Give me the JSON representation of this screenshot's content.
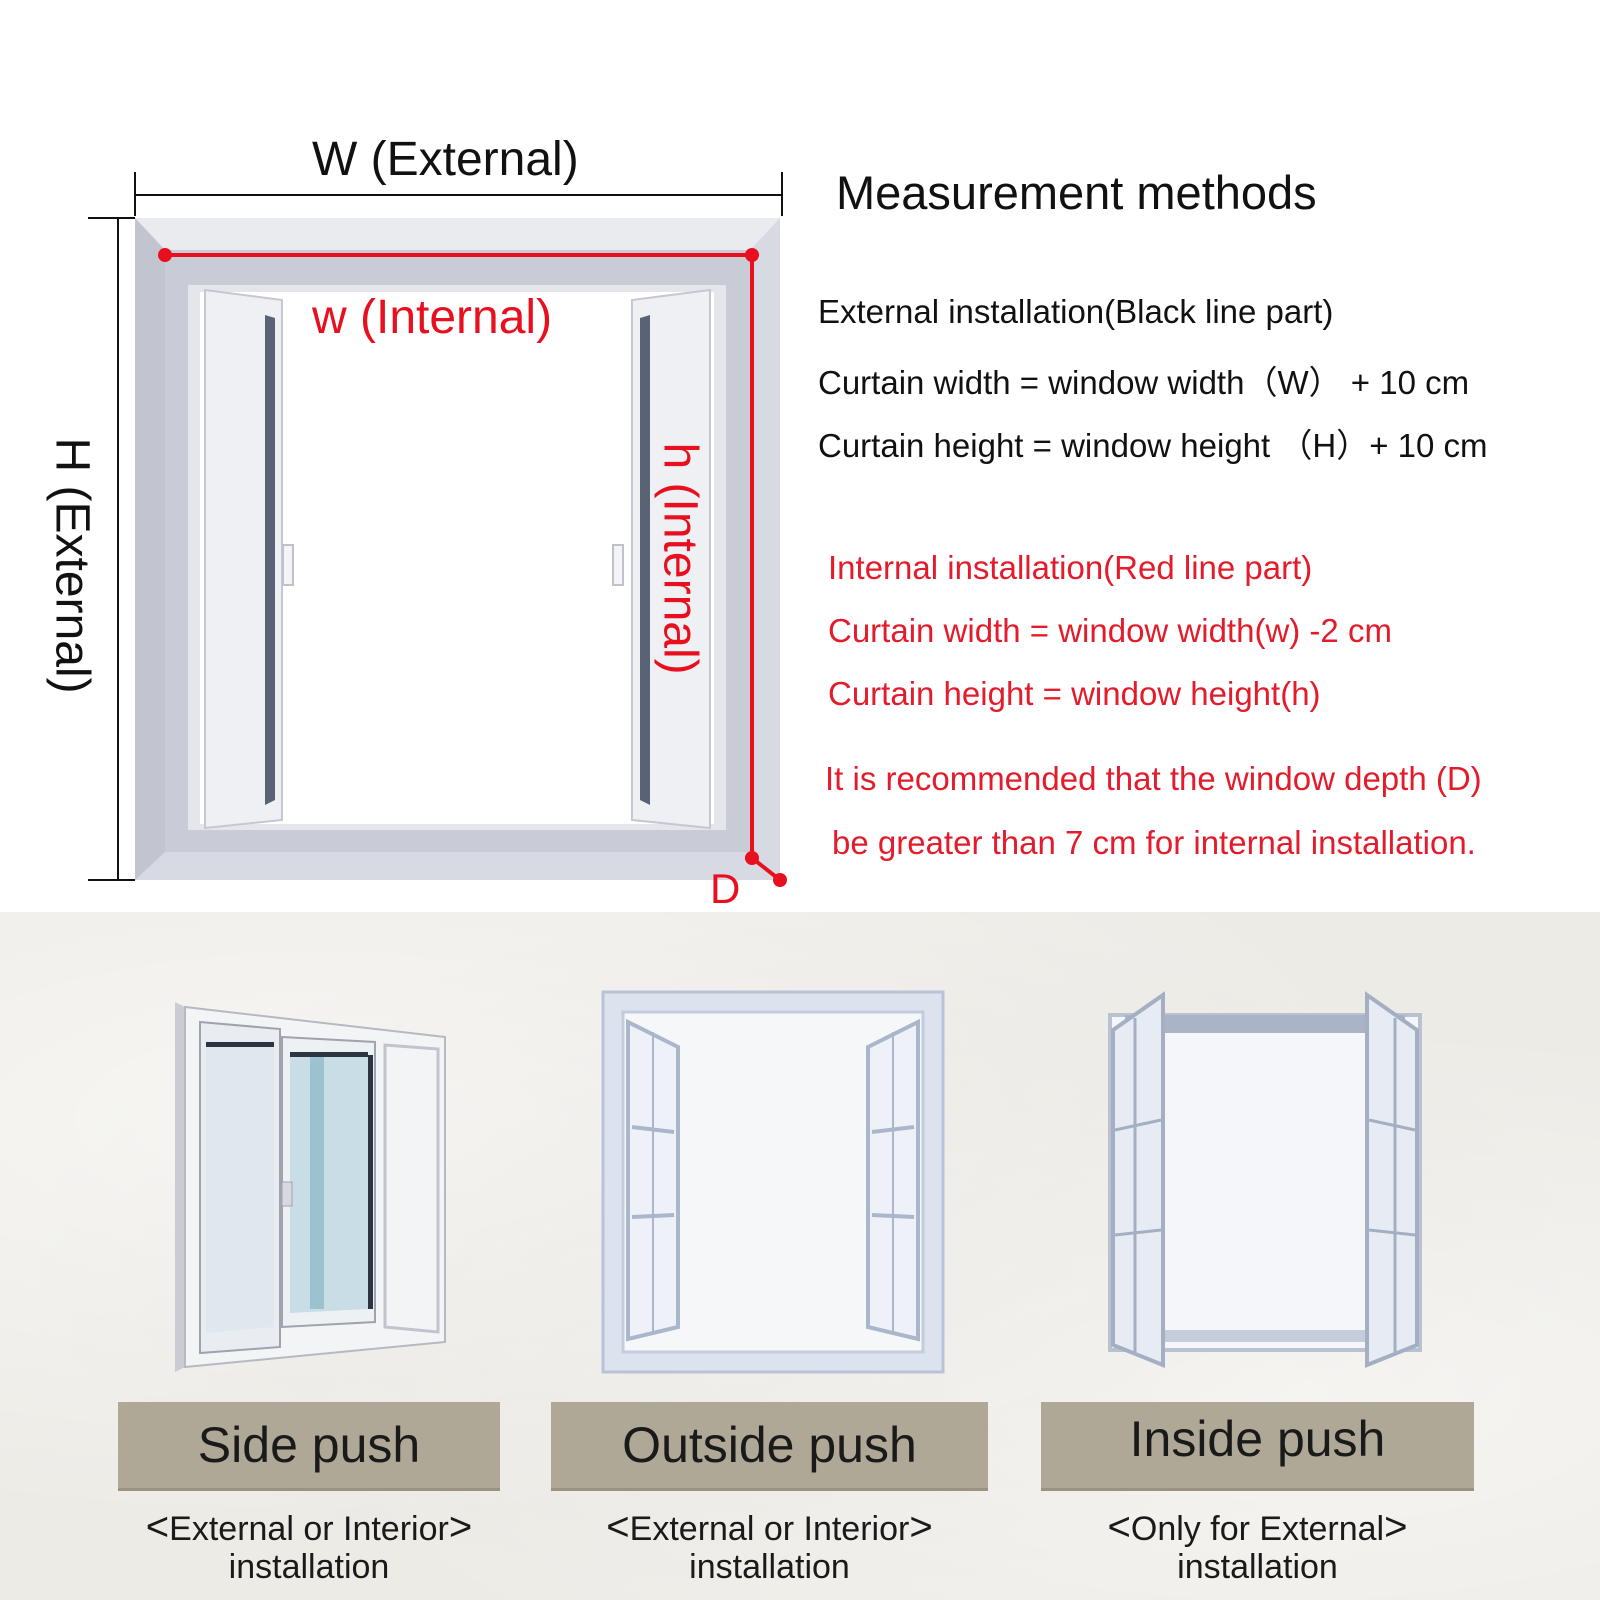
{
  "diagram": {
    "W_label": "W  (External)",
    "H_label": "H (External)",
    "w_label": "w  (Internal)",
    "h_label": "h (Internal)",
    "D_label": "D"
  },
  "measurement": {
    "heading": "Measurement methods",
    "external": [
      "External installation(Black line part)",
      "Curtain width = window width（W） + 10 cm",
      "Curtain height = window height （H）+ 10 cm"
    ],
    "internal": [
      "Internal installation(Red line part)",
      "Curtain width = window width(w) -2 cm",
      "Curtain height = window height(h)"
    ],
    "recommendation": [
      "It is recommended that the window depth (D)",
      "be greater than 7 cm for internal installation."
    ]
  },
  "window_types": [
    {
      "title": "Side push",
      "caption_line1": "External or Interior",
      "caption_line2": "installation"
    },
    {
      "title": "Outside push",
      "caption_line1": "External or Interior",
      "caption_line2": "installation"
    },
    {
      "title": "Inside push",
      "caption_line1": "Only for External",
      "caption_line2": "installation"
    }
  ],
  "colors": {
    "red": "#e31b2b",
    "black": "#111111",
    "plate": "#b0a897",
    "frame": "#d7dae3"
  }
}
